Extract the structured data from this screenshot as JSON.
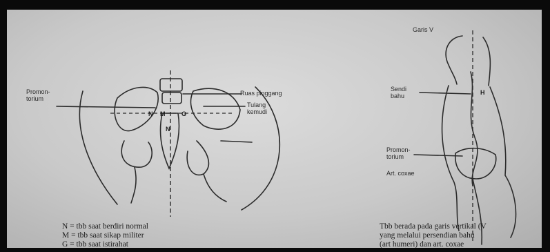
{
  "left_figure": {
    "labels": {
      "promontorium": "Promon-\ntorium",
      "ruas_pinggang": "Ruas pinggang",
      "tulang_kemudi": "Tulang\nkemudi",
      "n": "N",
      "m": "M",
      "g": "G",
      "n_lower": "N"
    },
    "legend": [
      "N = tbb saat berdiri normal",
      "M = tbb saat sikap militer",
      "G = tbb saat istirahat"
    ]
  },
  "right_figure": {
    "labels": {
      "garis_vertikal": "Garis V",
      "sendi_bahu": "Sendi\nbahu",
      "h": "H",
      "promontorium": "Promon-\ntorium",
      "art_coxae": "Art. coxae"
    },
    "caption": [
      "Tbb berada pada garis vertikal (V",
      "yang melalui persendian bahu",
      "(art humeri) dan art. coxae"
    ]
  },
  "colors": {
    "frame": "#0a0a0a",
    "paper": "#cfcfcf",
    "ink": "#2a2a2a"
  }
}
